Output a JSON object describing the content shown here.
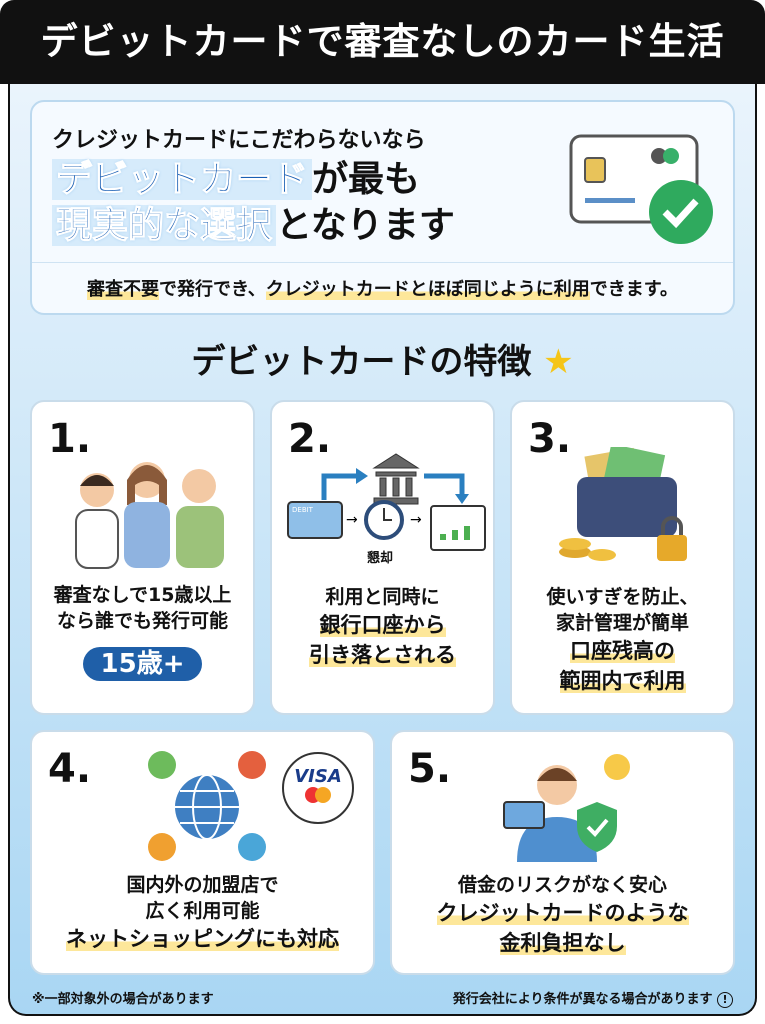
{
  "title": "デビットカードで審査なしのカード生活",
  "intro": {
    "line1": "クレジットカードにこだわらないなら",
    "highlight1": "デビットカード",
    "line2_rest": "が最も",
    "highlight2": "現実的な選択",
    "line3_rest": "となります",
    "subtext_marked": "審査不要",
    "subtext_mid": "で発行でき、",
    "subtext_marked2": "クレジットカードとほぼ同じように利用",
    "subtext_end": "できます。"
  },
  "section_title": "デビットカードの特徴",
  "section_icon": "star-icon",
  "features": [
    {
      "number": "1.",
      "text1": "審査なしで15歳以上",
      "text2": "なら誰でも発行可能",
      "badge": "15歳+"
    },
    {
      "number": "2.",
      "card_label": "DEBIT",
      "icon_label": "懇却",
      "text1": "利用と同時に",
      "text2": "銀行口座から",
      "text3": "引き落とされる"
    },
    {
      "number": "3.",
      "text1": "使いすぎを防止、",
      "text2": "家計管理が簡単",
      "text3": "口座残高の",
      "text4": "範囲内で利用"
    },
    {
      "number": "4.",
      "brand": "VISA",
      "text1": "国内外の加盟店で",
      "text2": "広く利用可能",
      "text3": "ネットショッピングにも対応"
    },
    {
      "number": "5.",
      "text1": "借金のリスクがなく安心",
      "text2": "クレジットカードのような",
      "text3": "金利負担なし"
    }
  ],
  "footer": {
    "left": "※一部対象外の場合があります",
    "right": "発行会社により条件が異なる場合があります",
    "right_icon": "exclamation-circle-icon"
  },
  "colors": {
    "accent": "#1f5fa8",
    "highlight": "#fde79a",
    "background": "#a9d6f3"
  }
}
